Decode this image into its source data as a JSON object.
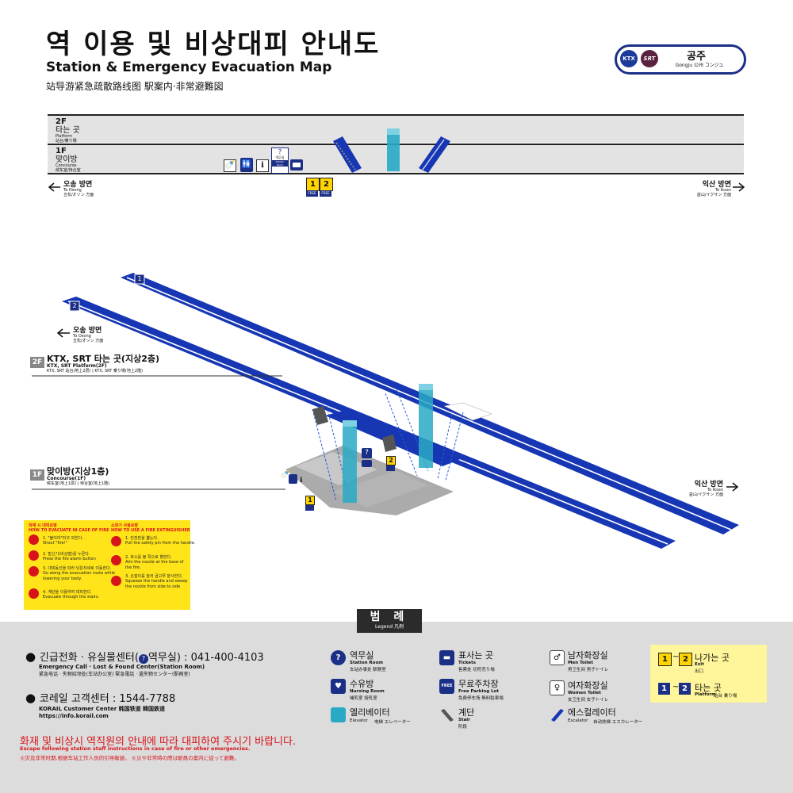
{
  "header": {
    "title_ko": "역 이용 및 비상대피 안내도",
    "title_en": "Station & Emergency Evacuation Map",
    "title_cj": "站导游紧急疏散路线图  駅案内·非常避難図"
  },
  "station_badge": {
    "ktx": "KTX",
    "srt": "SRT",
    "name": "공주",
    "name_sub": "Gongju  公州  コンジュ"
  },
  "section": {
    "floor2_code": "2F",
    "floor2_ko": "타는 곳",
    "floor2_en": "Platform",
    "floor2_cj": "站台/乗り場",
    "floor1_code": "1F",
    "floor1_ko": "맞이방",
    "floor1_en": "Concourse",
    "floor1_cj": "候车室/待合室",
    "left_dir_ko": "오송 방면",
    "left_dir_en": "To Osong",
    "left_dir_cj": "五松/オソン 方面",
    "right_dir_ko": "익산 방면",
    "right_dir_en": "To Iksan",
    "right_dir_cj": "益山/イクサン 方面",
    "station_room_ko": "역무실",
    "station_room_en": "Station Room",
    "exit1": "1",
    "exit2": "2",
    "free": "FREE"
  },
  "plan": {
    "track1": "1",
    "track2": "2",
    "dir_left_ko": "오송 방면",
    "dir_left_en": "To Osong",
    "dir_left_cj": "五松/オソン 方面",
    "dir_right_ko": "익산 방면",
    "dir_right_en": "To Iksan",
    "dir_right_cj": "益山/イクサン 方面",
    "floor2_tag": "2F",
    "floor2_title": "KTX, SRT 타는 곳(지상2층)",
    "floor2_en": "KTX, SRT Platform(2F)",
    "floor2_cj": "KTX, SRT 站台(地上2层) | KTX, SRT 乗り場(地上2階)",
    "floor1_tag": "1F",
    "floor1_title": "맞이방(지상1층)",
    "floor1_en": "Concourse(1F)",
    "floor1_cj": "候车室(地上1层) | 待合室(地上1階)",
    "exit1": "1",
    "exit2": "2"
  },
  "fire": {
    "evac_title_ko": "화재 시 대피요령",
    "evac_title_en": "HOW TO EVACUATE IN CASE OF FIRE",
    "evac_steps": [
      {
        "ko": "1. \"불이야\"라고 외친다.",
        "en": "Shout \"fire!\""
      },
      {
        "ko": "2. 발신기(비상벨)를 누른다.",
        "en": "Press the fire alarm button"
      },
      {
        "ko": "3. 대피동선을 따라 낮은자세로 이동한다.",
        "en": "Go along the evacuation route while lowering your body."
      },
      {
        "ko": "4. 계단을 이용하여 대피한다.",
        "en": "Evacuate through the stairs."
      }
    ],
    "ext_title_ko": "소화기 사용요령",
    "ext_title_en": "HOW TO USE A FIRE EXTINGUISHER",
    "ext_steps": [
      {
        "ko": "1. 안전핀을 뽑는다.",
        "en": "Pull the safety pin from the handle."
      },
      {
        "ko": "2. 호스를 불 쪽으로 향한다.",
        "en": "Aim the nozzle at the base of the fire."
      },
      {
        "ko": "3. 손잡이를 놀러 골고루 분사한다.",
        "en": "Squeeze the handle and sweep the nozzle from side to side"
      }
    ]
  },
  "legend": {
    "title_ko": "범 례",
    "title_en": "Legend  凡例",
    "emergency_ko_pre": "긴급전화 · 유실물센터(",
    "emergency_ko_post": "역무실) : 041-400-4103",
    "emergency_en": "Emergency Call · Lost & Found Center(Station Room)",
    "emergency_cj": "紧急电话 · 失物招领处(车站办公室)  緊急電話 · 遺失物センター(駅務室)",
    "korail_ko": "코레일 고객센터 : 1544-7788",
    "korail_en": "KORAIL Customer Center  韩国铁道  韓国鉄道",
    "korail_url": "https://info.korail.com",
    "warn_ko": "화재 및 비상시  역직원의 안내에 따라 대피하여 주시기 바랍니다.",
    "warn_en": "Escape following station staff instructions in case of fire or other emergencies.",
    "warn_cj": "火灾及非常时期,根据车站工作人员的引导躲避。  火災や非常時の際は駅員の案内に従って避難。",
    "items": [
      {
        "ko": "역무실",
        "en": "Station Room",
        "cj": "车站办事处  駅務室"
      },
      {
        "ko": "수유방",
        "en": "Nursing Room",
        "cj": "哺乳室  授乳室"
      },
      {
        "ko": "엘리베이터",
        "en": "Elevator",
        "cj": "电梯  エレベーター"
      },
      {
        "ko": "표사는 곳",
        "en": "Tickets",
        "cj": "售票处  切符売り場"
      },
      {
        "ko": "무료주차장",
        "en": "Free Parking Lot",
        "cj": "免费停车场  無料駐車場"
      },
      {
        "ko": "계단",
        "en": "Stair",
        "cj": "阶段"
      },
      {
        "ko": "남자화장실",
        "en": "Men Toilet",
        "cj": "男卫生间  男子トイレ"
      },
      {
        "ko": "여자화장실",
        "en": "Women Toilet",
        "cj": "女卫生间  女子トイレ"
      },
      {
        "ko": "에스컬레이터",
        "en": "Escalator",
        "cj": "自动扶梯  エスカレーター"
      }
    ],
    "exit_a": "1",
    "exit_b": "2",
    "tilde": "~",
    "exit_ko": "나가는 곳",
    "exit_en": "Exit",
    "exit_cj": "出口",
    "plat_a": "1",
    "plat_b": "2",
    "plat_ko": "타는 곳",
    "plat_en": "Platform",
    "plat_cj": "站台  乗り場",
    "free": "FREE"
  },
  "colors": {
    "track_blue": "#1636b4",
    "navy": "#1b2f86",
    "teal": "#29a9c4",
    "exit_yellow": "#ffd400",
    "warn_red": "#d8141b",
    "legend_gray": "#dcdcdc"
  }
}
